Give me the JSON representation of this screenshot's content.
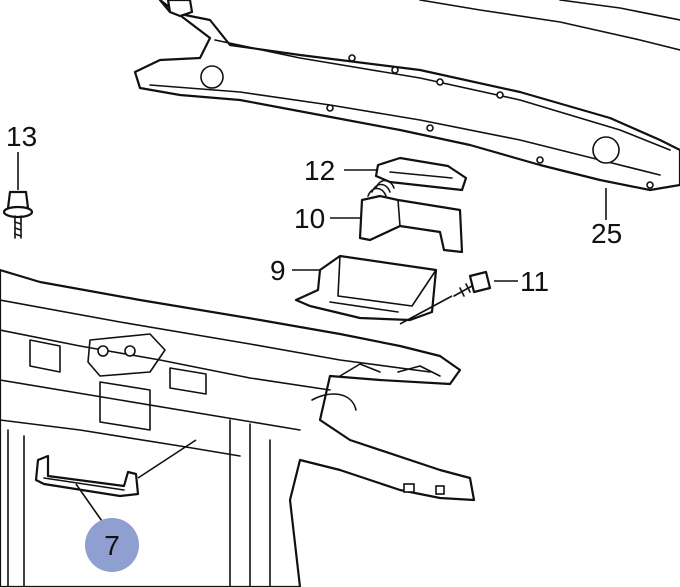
{
  "diagram": {
    "callouts": [
      {
        "id": "c13",
        "label": "13"
      },
      {
        "id": "c12",
        "label": "12"
      },
      {
        "id": "c10",
        "label": "10"
      },
      {
        "id": "c9",
        "label": "9"
      },
      {
        "id": "c11",
        "label": "11"
      },
      {
        "id": "c25",
        "label": "25"
      }
    ],
    "highlight": {
      "label": "7",
      "color": "#8f9fcf"
    }
  }
}
